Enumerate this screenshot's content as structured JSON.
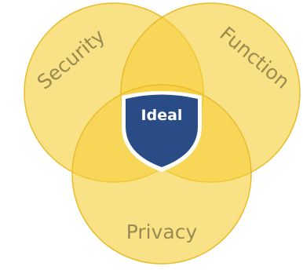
{
  "diagram": {
    "type": "venn",
    "sets": [
      {
        "label": "Security"
      },
      {
        "label": "Function"
      },
      {
        "label": "Privacy"
      }
    ],
    "center": {
      "label": "Ideal"
    },
    "colors": {
      "circle_fill": "#f5cf3c",
      "circle_stroke": "#e8bc2c",
      "label_text": "#9a8a50",
      "shield": "#294b86",
      "shield_border": "#ffffff"
    }
  }
}
